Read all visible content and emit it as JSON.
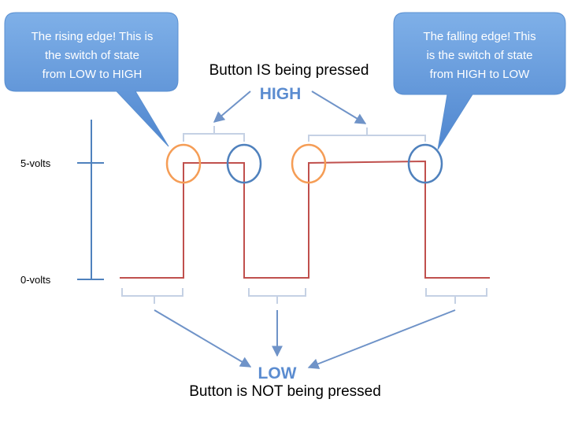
{
  "callouts": {
    "rising": {
      "lines": [
        "The rising edge!  This is",
        "the switch of state",
        "from LOW to HIGH"
      ]
    },
    "falling": {
      "lines": [
        "The falling edge!  This",
        "is the switch of state",
        "from HIGH to LOW"
      ]
    }
  },
  "labels": {
    "high_caption": "Button IS being pressed",
    "high_state": "HIGH",
    "low_state": "LOW",
    "low_caption": "Button is NOT being pressed",
    "five_volts": "5-volts",
    "zero_volts": "0-volts"
  },
  "colors": {
    "callout_fill": "#6a9fdc",
    "signal": "#c0504d",
    "rising_marker": "#f59d56",
    "falling_marker": "#4f81bd",
    "axis": "#4f81bd",
    "arrow": "#6f93c8",
    "bracket": "#c5d1e4",
    "state_text": "#5b8cd0"
  }
}
